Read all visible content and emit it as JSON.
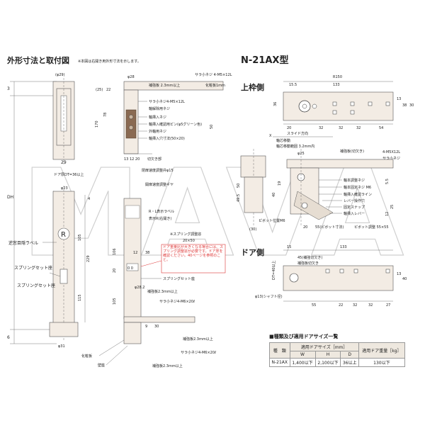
{
  "left_title": "外形寸法と取付図",
  "left_note": "※本図は右開き用外形寸法を示します。",
  "right_title": "N-21AX型",
  "upper_frame_label": "上枠側",
  "door_side_label": "ドア側",
  "watermark": "MAVA",
  "callouts": {
    "bracket_plate": "補強板 2.3mm以上",
    "flat_screw_top": "サラ小ネジ 4-M5×12L",
    "cosmetic_plate": "化粧板1mm",
    "flat_screw_mid": "サラ小ネジ4-M5×12L",
    "axis_release_screw": "軸解除用ネジ",
    "axis_in_screw": "軸挿入ネジ",
    "axis_pin": "軸挿入確認用ピン(φ5グリーン色)",
    "outer_screw": "外軸用ネジ",
    "axis_hole": "軸挿入穴寸法(50×20)",
    "cut_seat": "切欠き部",
    "door_thickness": "ドア厚DT=36以上",
    "closing_speed_valve": "閉扉速度調整弁φ15",
    "opening_speed_gear": "開扉速度調整ギヤ",
    "rl_label": "R・L表示ラベル",
    "display_r": "表示R(右開き)",
    "spring_window": "※スプリング調整窓",
    "window_size": "20×50",
    "door_label": "逆窓目隠ラベル",
    "spring_seat": "スプリングセット座",
    "spring_seat2": "スプリングセット座",
    "bracket_plate_2": "補強板2.3mm以上",
    "flat_screw_low": "サラ小ネジ4-M6×20ℓ",
    "cosmetic": "化粧板",
    "wall": "壁座",
    "bracket_plate_3": "補強板2.3mm以上",
    "flat_screw_bottom": "サラ小ネジ4-M6×20ℓ",
    "bracket_plate_4": "補強板2.3mm以上",
    "red_note": "ドア重量比が大きくなる場合には、スプリング調整窓が必要です。ドア厚を確認ください。40ページを参照のこと。",
    "pivot_axis": "軸芯移動",
    "pivot_note": "軸芯移動範囲 3.2mm内",
    "slide_dir": "スライド方向",
    "reinforce_cut": "補強板(切欠き)",
    "flat_screw_r": "4-M5X12L",
    "flat_screw_r2": "サラ小ネジ",
    "axis_adjust_screw": "軸本調整ネジ",
    "axis_fix_screw": "軸本固定ネジ M6",
    "axis_guide": "軸挿入確認ライン",
    "lever_op": "レバー操作穴",
    "fix_snap": "固定スナップ",
    "axis_lever": "軸挿入レバー",
    "pivot_hole": "ピボット位置M6",
    "pivot_seat": "ピボット調整 55×55",
    "cut_ref": "(補強板切欠き)",
    "shaft_dia": "φ13(シャフト径)",
    "notch": "補強板切欠き"
  },
  "dims": {
    "phi29": "(φ29)",
    "phi28": "φ28",
    "phi23": "φ23",
    "phi25": "φ25",
    "phi28_2": "φ28.2",
    "phi31": "φ31",
    "d25": "(25)",
    "d22": "22",
    "d78": "78",
    "d170": "170",
    "d29": "29",
    "d13_12_20": "13  12  20",
    "d3": "3",
    "d4": "4",
    "d6": "6",
    "dh": "DH",
    "d105a": "105",
    "d229": "229",
    "d115": "115",
    "d106": "106",
    "d20": "20",
    "d105b": "105",
    "d12": "12",
    "d38": "38",
    "d9": "9",
    "d30": "30",
    "d50": "50",
    "r150": "R150",
    "r15_5": "15.5",
    "r133": "133",
    "r36": "36",
    "r13": "13",
    "r38": "38",
    "r30": "30",
    "r20": "20",
    "r32a": "32",
    "r32b": "32",
    "r32c": "32",
    "r54": "54",
    "rx_phi25": "φ25",
    "r_50": "50",
    "r_19": "19",
    "r_49_5": "49.5",
    "r_40": "40",
    "r_30": "(30)",
    "r_20": "20",
    "r_55": "55(ピボット寸法)",
    "r_5": "5.5",
    "r_25": "25",
    "r_12": "12",
    "d_15": "15",
    "d_133": "133",
    "d_45": "45(補強切欠き)",
    "d_40": "40",
    "d_13": "13",
    "d_55a": "55",
    "d_22": "22",
    "d_32a": "32",
    "d_32b": "32",
    "d_27": "27",
    "d_dt": "DT=40以上",
    "d_x": "X"
  },
  "table": {
    "title": "■種類及び適用ドアサイズ一覧",
    "col_kind": "種　類",
    "col_group": "適用ドアサイズ［mm］",
    "col_w": "W",
    "col_h": "H",
    "col_d": "D",
    "col_weight": "適用ドア重量［kg］",
    "row_model": "N-21AX",
    "row_w": "1,400以下",
    "row_h": "2,100以下",
    "row_d": "36以上",
    "row_weight": "130以下"
  }
}
